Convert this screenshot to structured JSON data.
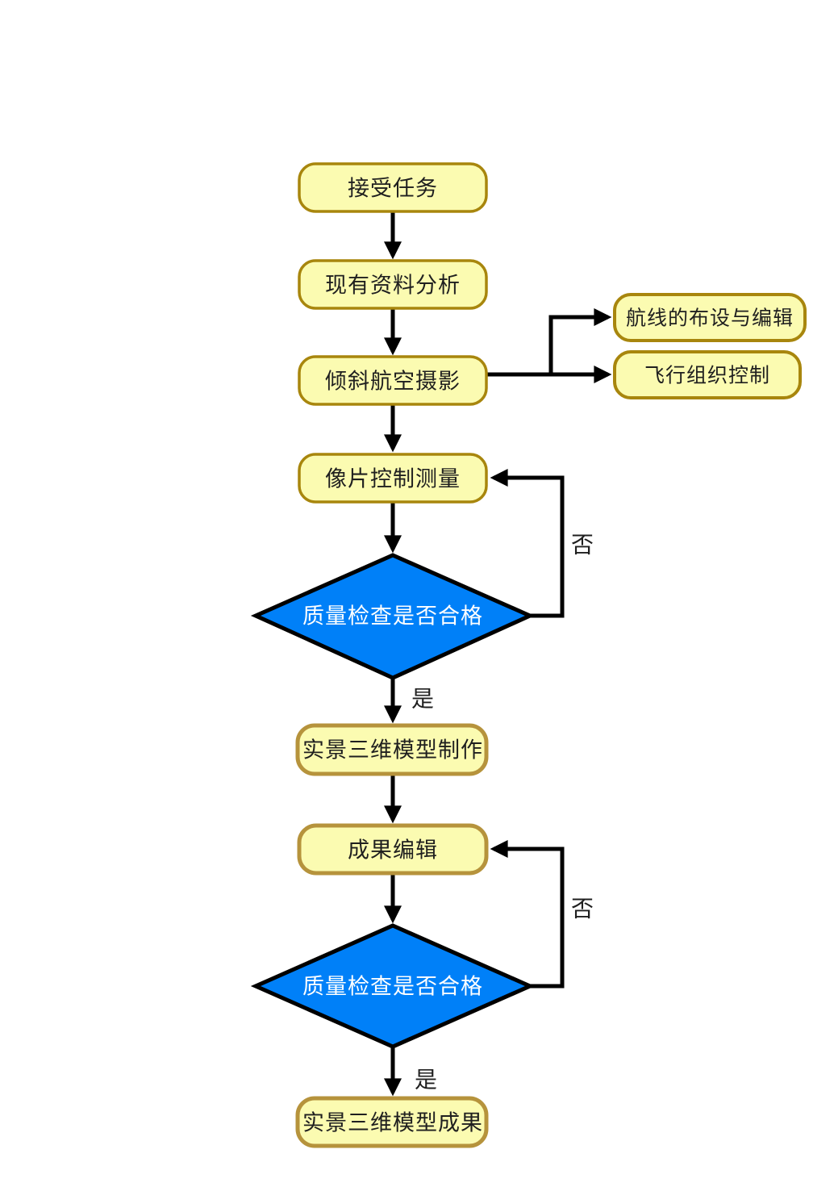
{
  "diagram": {
    "type": "flowchart",
    "nodes": {
      "accept_task": "接受任务",
      "data_analysis": "现有资料分析",
      "oblique_photography": "倾斜航空摄影",
      "route_layout": "航线的布设与编辑",
      "flight_control": "飞行组织控制",
      "photo_control_survey": "像片控制测量",
      "quality_check_1": "质量检查是否合格",
      "model_production": "实景三维模型制作",
      "result_editing": "成果编辑",
      "quality_check_2": "质量检查是否合格",
      "model_result": "实景三维模型成果"
    },
    "edge_labels": {
      "no_1": "否",
      "yes_1": "是",
      "no_2": "否",
      "yes_2": "是"
    },
    "colors": {
      "background": "#ffffff",
      "process_fill": "#fbfbb1",
      "process_border": "#a8860d",
      "process_border_thick": "#b6933c",
      "decision_fill": "#0080f8",
      "decision_border": "#000000",
      "line": "#000000",
      "text": "#1f1f1f",
      "decision_text": "#ffffff"
    }
  }
}
